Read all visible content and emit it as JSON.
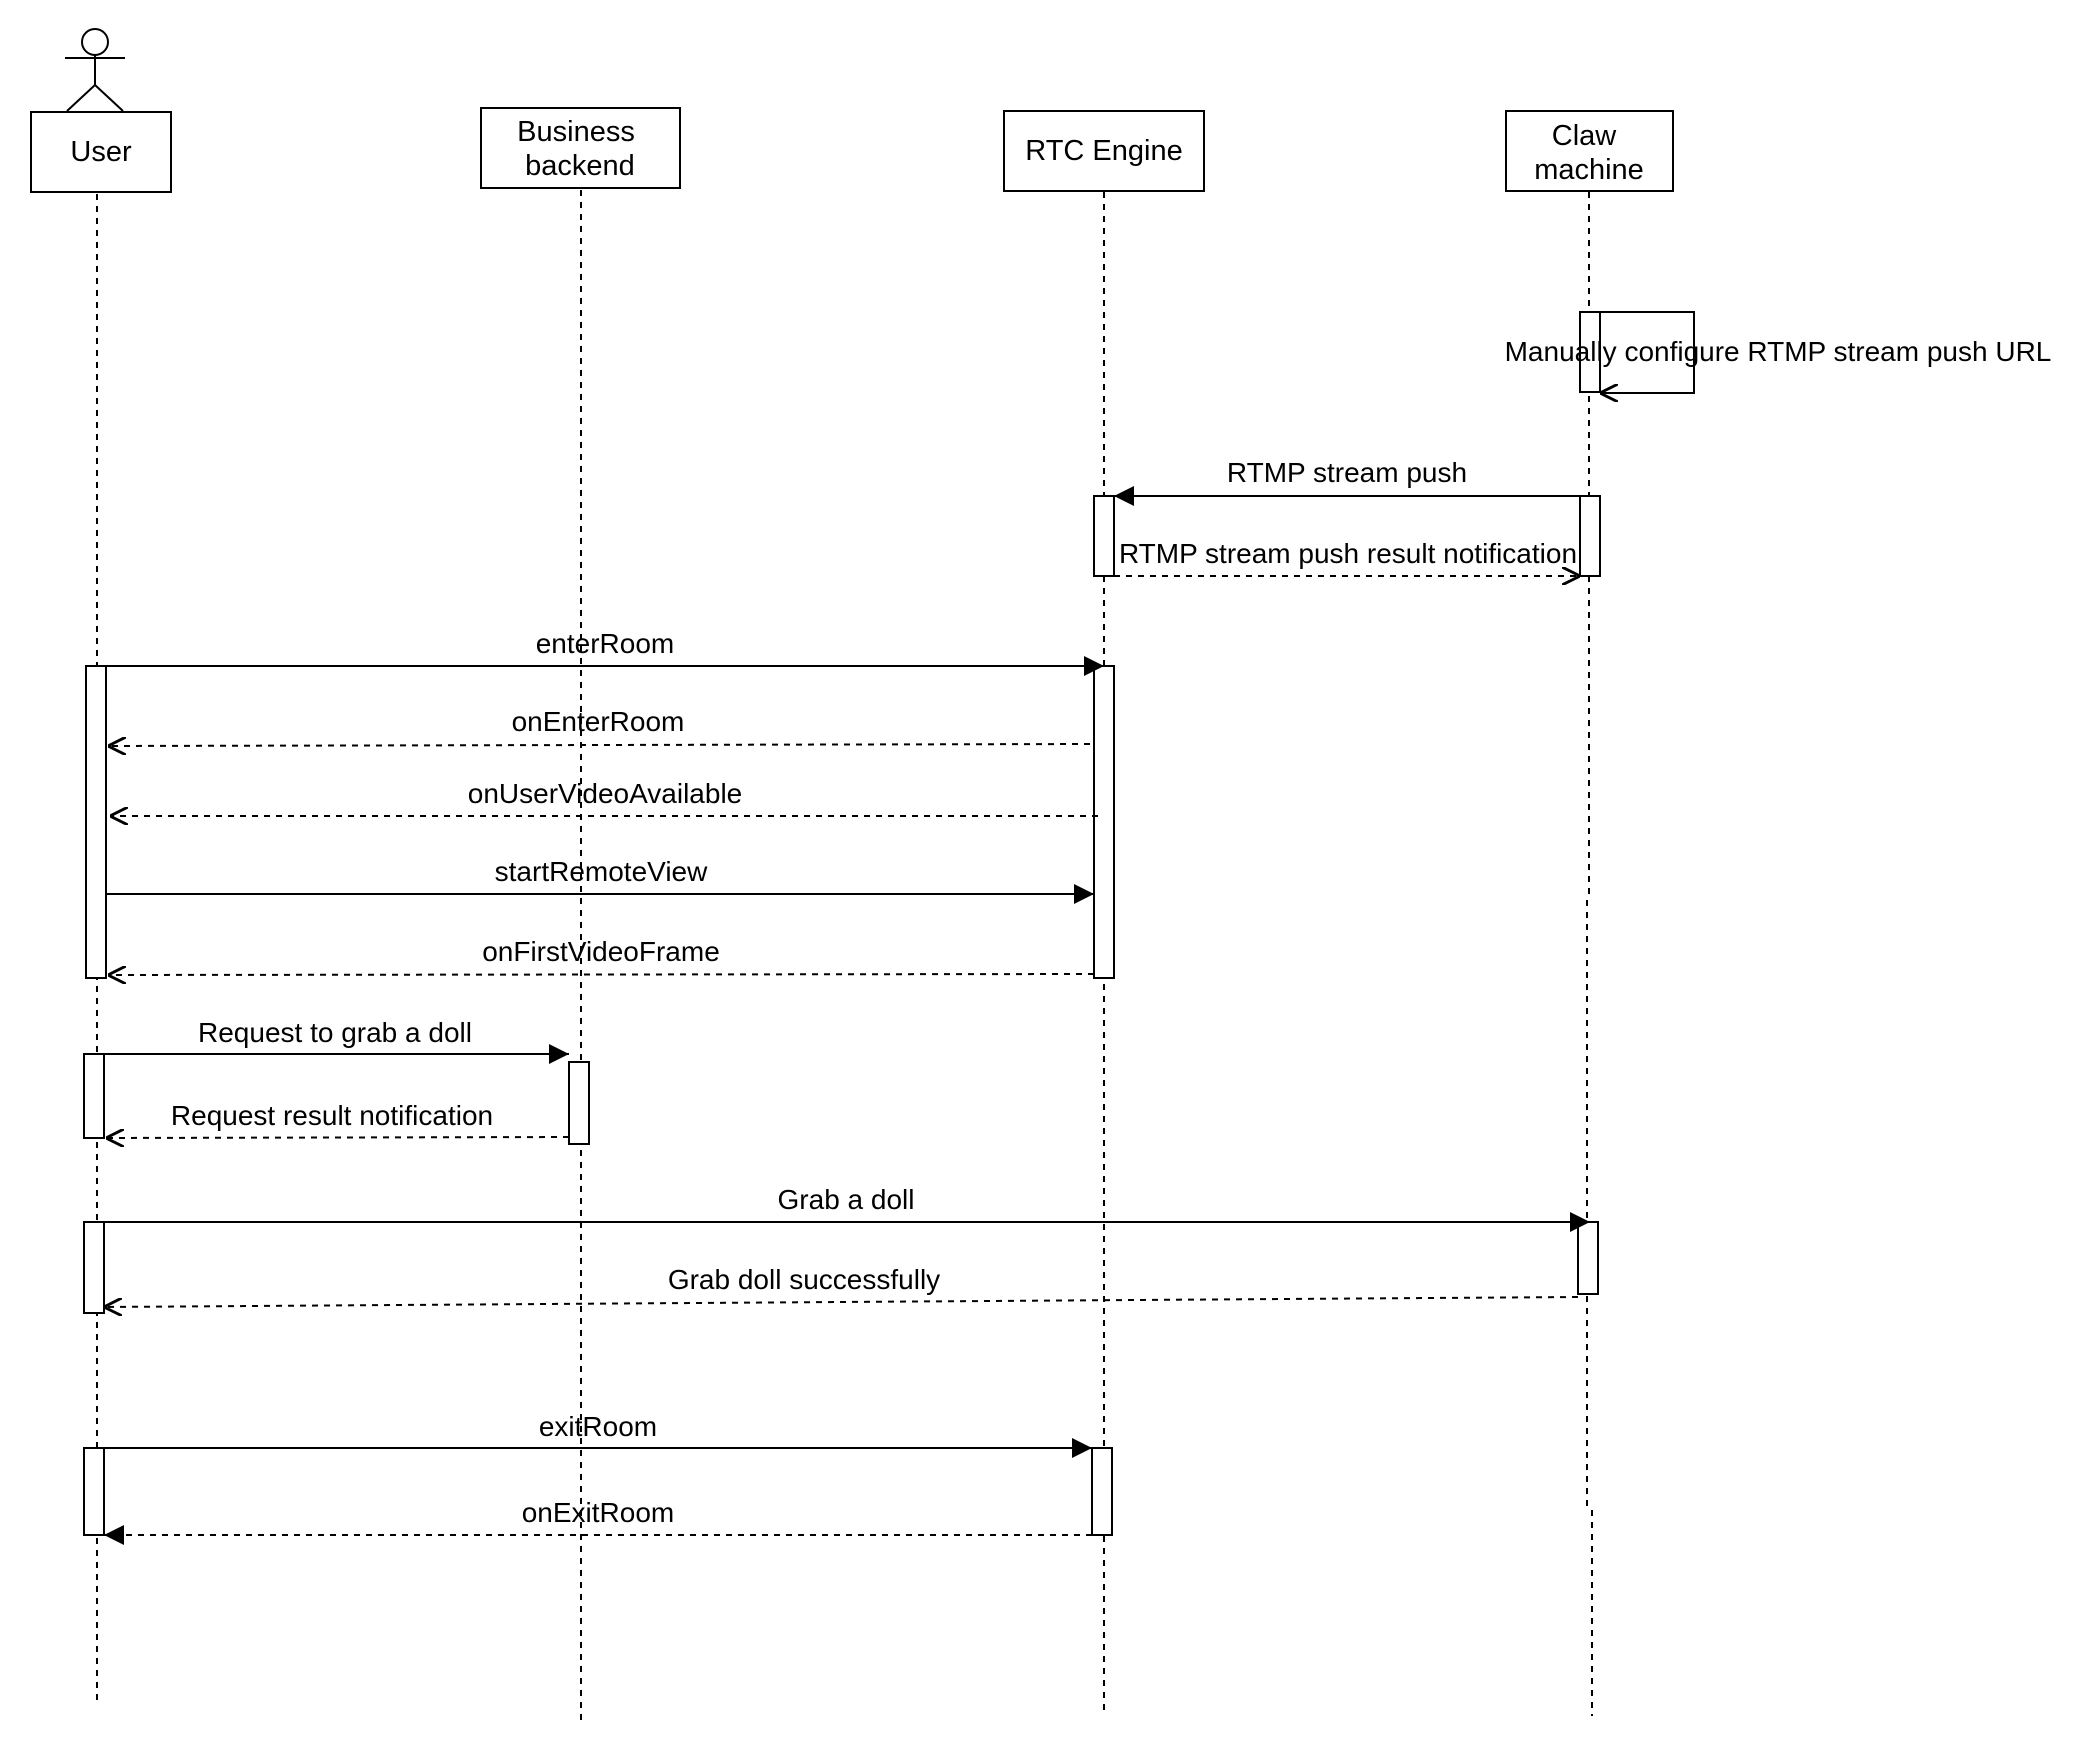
{
  "participants": [
    {
      "id": "user",
      "lines": [
        "User"
      ],
      "is_actor": true
    },
    {
      "id": "backend",
      "lines": [
        "Business",
        "backend"
      ]
    },
    {
      "id": "rtc",
      "lines": [
        "RTC Engine"
      ]
    },
    {
      "id": "claw",
      "lines": [
        "Claw",
        "machine"
      ]
    }
  ],
  "messages": [
    {
      "id": "self-config",
      "label": "Manually configure RTMP stream push URL",
      "from": "claw",
      "to": "claw",
      "kind": "self"
    },
    {
      "id": "rtmp-push",
      "label": "RTMP stream push",
      "from": "claw",
      "to": "rtc",
      "kind": "sync"
    },
    {
      "id": "rtmp-result",
      "label": "RTMP stream push result notification",
      "from": "rtc",
      "to": "claw",
      "kind": "reply"
    },
    {
      "id": "enter-room",
      "label": "enterRoom",
      "from": "user",
      "to": "rtc",
      "kind": "sync"
    },
    {
      "id": "on-enter-room",
      "label": "onEnterRoom",
      "from": "rtc",
      "to": "user",
      "kind": "reply"
    },
    {
      "id": "on-user-video-available",
      "label": "onUserVideoAvailable",
      "from": "rtc",
      "to": "user",
      "kind": "reply"
    },
    {
      "id": "start-remote-view",
      "label": "startRemoteView",
      "from": "user",
      "to": "rtc",
      "kind": "sync"
    },
    {
      "id": "on-first-video-frame",
      "label": "onFirstVideoFrame",
      "from": "rtc",
      "to": "user",
      "kind": "reply"
    },
    {
      "id": "request-grab",
      "label": "Request to grab a doll",
      "from": "user",
      "to": "backend",
      "kind": "sync"
    },
    {
      "id": "request-result",
      "label": "Request result notification",
      "from": "backend",
      "to": "user",
      "kind": "reply"
    },
    {
      "id": "grab-doll",
      "label": "Grab a doll",
      "from": "user",
      "to": "claw",
      "kind": "sync"
    },
    {
      "id": "grab-success",
      "label": "Grab doll successfully",
      "from": "claw",
      "to": "user",
      "kind": "reply"
    },
    {
      "id": "exit-room",
      "label": "exitRoom",
      "from": "user",
      "to": "rtc",
      "kind": "sync"
    },
    {
      "id": "on-exit-room",
      "label": "onExitRoom",
      "from": "rtc",
      "to": "user",
      "kind": "reply-filled"
    }
  ],
  "colors": {
    "stroke": "#000000",
    "background": "#ffffff"
  }
}
